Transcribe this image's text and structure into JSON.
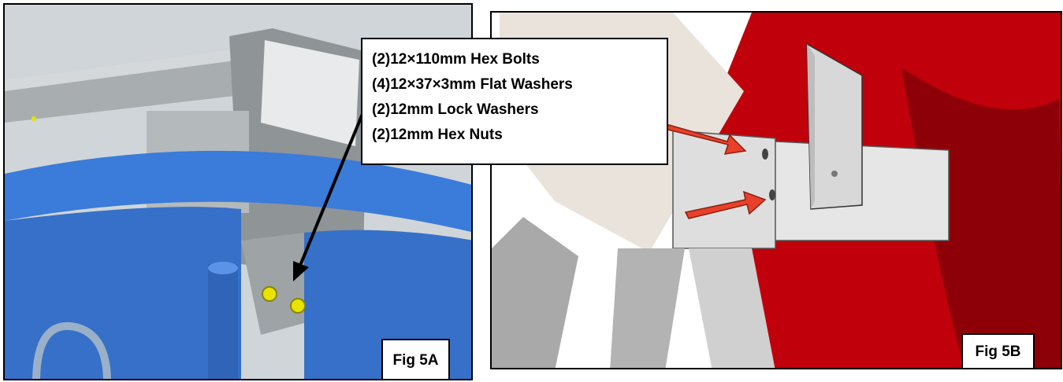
{
  "figures": {
    "fig5a": {
      "label": "Fig 5A"
    },
    "fig5b": {
      "label": "Fig 5B"
    }
  },
  "callout": {
    "lines": [
      "(2)12×110mm Hex Bolts",
      "(4)12×37×3mm Flat Washers",
      "(2)12mm Lock Washers",
      "(2)12mm Hex Nuts"
    ]
  },
  "colors": {
    "frame_blue": "#3b7bd9",
    "body_red": "#c0000b",
    "bolt_yellow": "#e8e400",
    "arrow_red": "#e8402a"
  }
}
